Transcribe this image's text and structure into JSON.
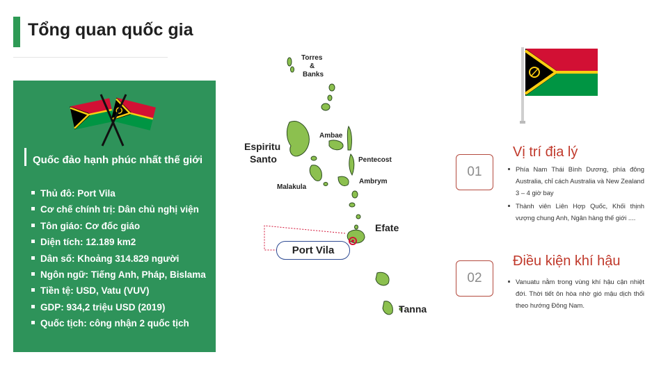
{
  "slide": {
    "title": "Tổng quan quốc gia"
  },
  "panel": {
    "subtitle": "Quốc đảo hạnh phúc nhất thế giới",
    "facts": [
      "Thủ đô: Port Vila",
      "Cơ chế chính trị: Dân chủ nghị viện",
      "Tôn giáo: Cơ đốc giáo",
      "Diện tích: 12.189 km2",
      "Dân số: Khoảng 314.829 người",
      "Ngôn ngữ: Tiếng Anh, Pháp, Bislama",
      "Tiền tệ: USD, Vatu (VUV)",
      "GDP: 934,2 triệu USD (2019)",
      "Quốc tịch: công nhận 2 quốc tịch"
    ]
  },
  "map": {
    "labels": {
      "torres_1": "Torres",
      "torres_2": "&",
      "torres_3": "Banks",
      "espiritu_1": "Espiritu",
      "espiritu_2": "Santo",
      "ambae": "Ambae",
      "pentecost": "Pentecost",
      "malakula": "Malakula",
      "ambrym": "Ambrym",
      "efate": "Efate",
      "tanna": "Tanna"
    },
    "capital": "Port Vila"
  },
  "sections": [
    {
      "number": "01",
      "title": "Vị trí địa lý",
      "points": [
        "Phía Nam Thái Bình Dương, phía đông Australia, chỉ cách Australia và New Zealand 3 – 4 giờ bay",
        "Thành viên Liên Hợp Quốc, Khối thịnh vượng chung Anh, Ngân hàng thế giới ...."
      ]
    },
    {
      "number": "02",
      "title": "Điều kiện khí hậu",
      "points": [
        "Vanuatu nằm trong vùng khí hậu cận nhiệt đới. Thời tiết ôn hòa nhờ gió mậu dịch thổi theo hướng Đông Nam."
      ]
    }
  ],
  "colors": {
    "accent_green": "#2e935a",
    "accent_red": "#c0392b",
    "flag_red": "#d21034",
    "flag_green": "#009543",
    "flag_yellow": "#fdce12",
    "island_green": "#8cc04f"
  }
}
